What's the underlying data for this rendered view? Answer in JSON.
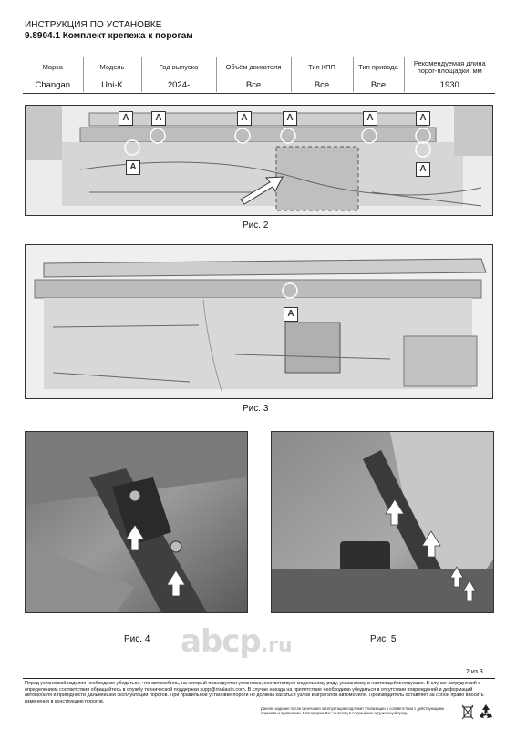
{
  "header": {
    "title": "ИНСТРУКЦИЯ ПО УСТАНОВКЕ",
    "subtitle": "9.8904.1 Комплект крепежа к порогам"
  },
  "spec_table": {
    "headers": [
      "Марка",
      "Модель",
      "Год выпуска",
      "Объём двигателя",
      "Тип КПП",
      "Тип привода",
      "Рекомендуемая длина порог-площадки, мм"
    ],
    "values": [
      "Changan",
      "Uni-K",
      "2024-",
      "Все",
      "Все",
      "Все",
      "1930"
    ]
  },
  "figures": {
    "fig2_caption": "Рис. 2",
    "fig3_caption": "Рис. 3",
    "fig4_caption": "Рис. 4",
    "fig5_caption": "Рис. 5",
    "mark_label": "A"
  },
  "watermark": {
    "text": "abcp",
    "suffix": ".ru"
  },
  "page": {
    "number": "2 из 3"
  },
  "footer": {
    "notice": "Перед установкой изделия необходимо убедиться, что автомобиль, на который планируется установка, соответствует модельному ряду, указанному в настоящей инструкции. В случае затруднений с определением соответствия обращайтесь в службу технической поддержки supp@rivalauto.com. В случае наезда на препятствие необходимо убедиться в отсутствии повреждений и деформаций автомобиля и пригодности дальнейшей эксплуатации порогов. При правильной установке пороги не должны касаться узлов и агрегатов автомобиля. Производитель оставляет за собой право вносить изменения в конструкцию порогов.",
    "disposal": "Данное изделие после окончания эксплуатации подлежит утилизации в соответствии с действующими нормами и правилами. Благодарим Вас за вклад в сохранение окружающей среды"
  },
  "colors": {
    "frame": "#333333",
    "text": "#111111",
    "watermark": "#d9d9d9"
  }
}
